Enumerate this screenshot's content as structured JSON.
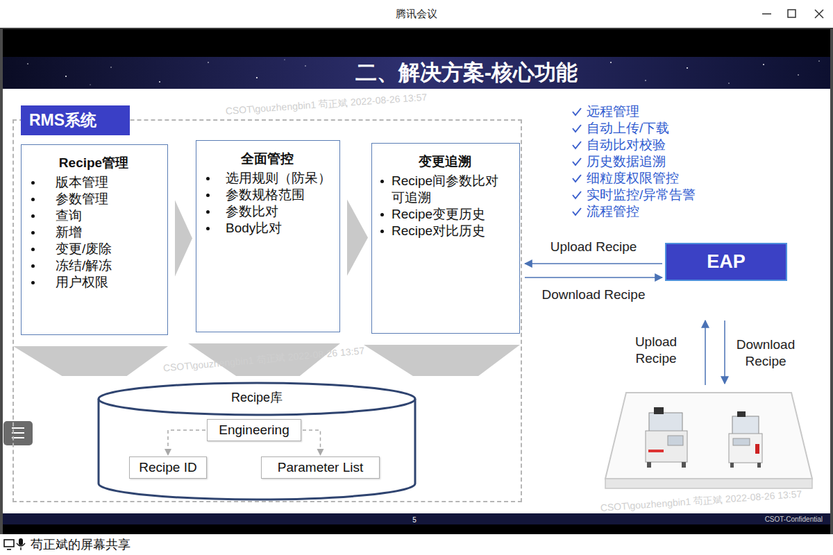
{
  "diagram": {
    "title": "二、解决方案-核心功能",
    "nodes": [
      {
        "text": [
          "RMS系统"
        ]
      },
      {
        "text": [
          "Recipe管理",
          "版本管理",
          "参数管理",
          "查询",
          "新增",
          "变更/废除",
          "冻结/解冻",
          "用户权限"
        ],
        "in": 0
      },
      {
        "text": [
          "全面管控",
          "选用规则（防呆）",
          "参数规格范围",
          "参数比对",
          "Body比对"
        ],
        "in": 0
      },
      {
        "text": [
          "变更追溯",
          "Recipe间参数比对 可追溯",
          "Recipe变更历史",
          "Recipe对比历史"
        ],
        "in": 0
      },
      {
        "text": [
          "Recipe库"
        ],
        "in": 0
      },
      {
        "text": [
          "Engineering"
        ],
        "in": 4
      },
      {
        "text": [
          "Recipe ID"
        ],
        "in": 4
      },
      {
        "text": [
          "Parameter List"
        ],
        "in": 4
      },
      {
        "text": [
          "EAP"
        ]
      }
    ],
    "edges": [
      {
        "from": 1,
        "to": 2,
        "arrow": "to"
      },
      {
        "from": 2,
        "to": 3,
        "arrow": "to"
      },
      {
        "from": 1,
        "to": 4,
        "arrow": "to"
      },
      {
        "from": 2,
        "to": 4,
        "arrow": "to"
      },
      {
        "from": 3,
        "to": 4,
        "arrow": "to"
      },
      {
        "from": 5,
        "to": 6,
        "arrow": "to"
      },
      {
        "from": 5,
        "to": 7,
        "arrow": "to"
      },
      {
        "from": 8,
        "to": 0,
        "label": "Upload Recipe",
        "arrow": "to"
      },
      {
        "from": 0,
        "to": 8,
        "label": "Download Recipe",
        "arrow": "to"
      }
    ],
    "labels": [
      "腾讯会议",
      "远程管理",
      "自动上传/下载",
      "自动比对校验",
      "历史数据追溯",
      "细粒度权限管控",
      "实时监控/异常告警",
      "流程管控",
      "Upload Recipe",
      "Download Recipe",
      "5",
      "CSOT-Confidential",
      "苟正斌的屏幕共享",
      "CSOT\\gouzhengbin1 苟正斌 2022-08-26 13:57",
      "CSOT\\gouzhengbin1 苟正斌 2022-08-26 13:57",
      "CSOT\\gouzhengbin1 苟正斌 2022-08-26 13:57"
    ]
  }
}
